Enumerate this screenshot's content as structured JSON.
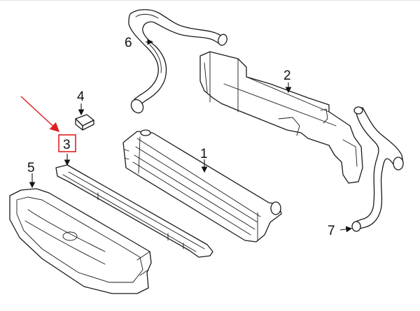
{
  "diagram": {
    "callouts": [
      {
        "id": "1",
        "label": "1"
      },
      {
        "id": "2",
        "label": "2"
      },
      {
        "id": "3",
        "label": "3"
      },
      {
        "id": "4",
        "label": "4"
      },
      {
        "id": "5",
        "label": "5"
      },
      {
        "id": "6",
        "label": "6"
      },
      {
        "id": "7",
        "label": "7"
      }
    ],
    "colors": {
      "line": "#1a1a1a",
      "highlight": "#e02020",
      "background": "#ffffff"
    },
    "highlighted_callout": "3"
  }
}
